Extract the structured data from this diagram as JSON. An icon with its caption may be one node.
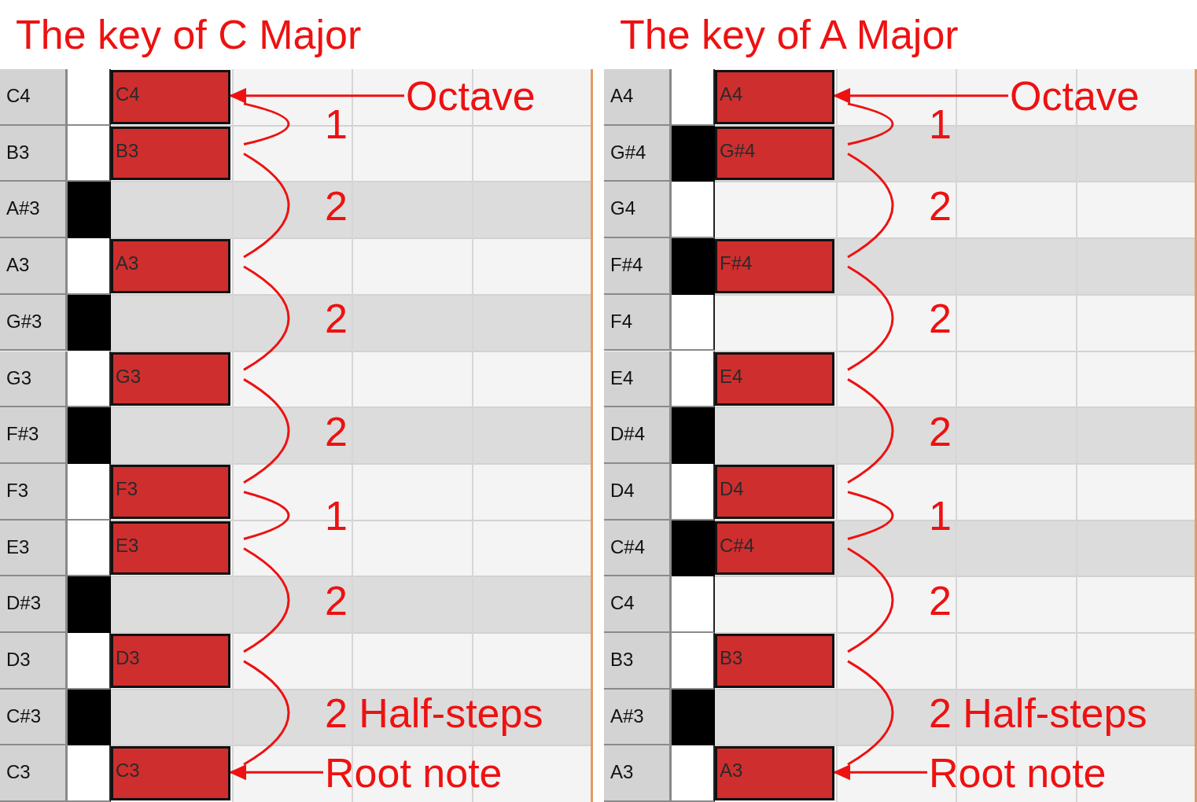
{
  "diagram": {
    "nodes": [
      {
        "text": [
          "The key of C Major"
        ]
      },
      {
        "text": [
          "C4"
        ],
        "in": 0
      },
      {
        "text": [
          "C4"
        ],
        "in": 0
      },
      {
        "text": [
          "Octave"
        ],
        "in": 0
      },
      {
        "text": [
          "B3"
        ],
        "in": 0
      },
      {
        "text": [
          "B3"
        ],
        "in": 0
      },
      {
        "text": [
          "A#3"
        ],
        "in": 0
      },
      {
        "text": [
          "A3"
        ],
        "in": 0
      },
      {
        "text": [
          "A3"
        ],
        "in": 0
      },
      {
        "text": [
          "G#3"
        ],
        "in": 0
      },
      {
        "text": [
          "G3"
        ],
        "in": 0
      },
      {
        "text": [
          "G3"
        ],
        "in": 0
      },
      {
        "text": [
          "F#3"
        ],
        "in": 0
      },
      {
        "text": [
          "F3"
        ],
        "in": 0
      },
      {
        "text": [
          "F3"
        ],
        "in": 0
      },
      {
        "text": [
          "E3"
        ],
        "in": 0
      },
      {
        "text": [
          "E3"
        ],
        "in": 0
      },
      {
        "text": [
          "D#3"
        ],
        "in": 0
      },
      {
        "text": [
          "D3"
        ],
        "in": 0
      },
      {
        "text": [
          "D3"
        ],
        "in": 0
      },
      {
        "text": [
          "C#3"
        ],
        "in": 0
      },
      {
        "text": [
          "C3"
        ],
        "in": 0
      },
      {
        "text": [
          "C3"
        ],
        "in": 0
      },
      {
        "text": [
          "Root note"
        ],
        "in": 0
      },
      {
        "text": [
          "The key of A Major"
        ]
      },
      {
        "text": [
          "A4"
        ],
        "in": 24
      },
      {
        "text": [
          "A4"
        ],
        "in": 24
      },
      {
        "text": [
          "Octave"
        ],
        "in": 24
      },
      {
        "text": [
          "G#4"
        ],
        "in": 24
      },
      {
        "text": [
          "G#4"
        ],
        "in": 24
      },
      {
        "text": [
          "G4"
        ],
        "in": 24
      },
      {
        "text": [
          "F#4"
        ],
        "in": 24
      },
      {
        "text": [
          "F#4"
        ],
        "in": 24
      },
      {
        "text": [
          "F4"
        ],
        "in": 24
      },
      {
        "text": [
          "E4"
        ],
        "in": 24
      },
      {
        "text": [
          "E4"
        ],
        "in": 24
      },
      {
        "text": [
          "D#4"
        ],
        "in": 24
      },
      {
        "text": [
          "D4"
        ],
        "in": 24
      },
      {
        "text": [
          "D4"
        ],
        "in": 24
      },
      {
        "text": [
          "C#4"
        ],
        "in": 24
      },
      {
        "text": [
          "C#4"
        ],
        "in": 24
      },
      {
        "text": [
          "C4"
        ],
        "in": 24
      },
      {
        "text": [
          "B3"
        ],
        "in": 24
      },
      {
        "text": [
          "B3"
        ],
        "in": 24
      },
      {
        "text": [
          "A#3"
        ],
        "in": 24
      },
      {
        "text": [
          "A3"
        ],
        "in": 24
      },
      {
        "text": [
          "A3"
        ],
        "in": 24
      },
      {
        "text": [
          "Root note"
        ],
        "in": 24
      }
    ],
    "edges": [
      {
        "from": 3,
        "to": 2,
        "arrow": "to"
      },
      {
        "from": 23,
        "to": 22,
        "arrow": "to"
      },
      {
        "from": 27,
        "to": 26,
        "arrow": "to"
      },
      {
        "from": 47,
        "to": 46,
        "arrow": "to"
      }
    ],
    "labels": [
      "1",
      "2",
      "2",
      "2",
      "1",
      "2",
      "2 Half-steps",
      "1",
      "2",
      "2",
      "2",
      "1",
      "2",
      "2 Half-steps"
    ]
  }
}
